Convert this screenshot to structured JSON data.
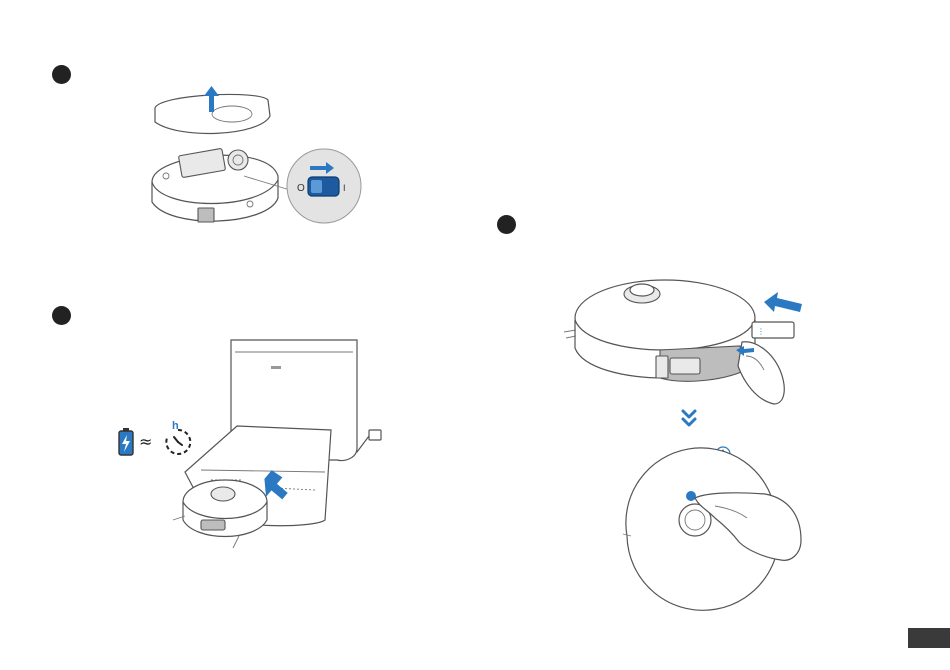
{
  "page": {
    "accent_color": "#2b79c2",
    "marker_color": "#222222",
    "tab_color": "#3a3a3a"
  },
  "step_power_switch": {
    "illustration": "robot-underside-power-switch",
    "switch_off_glyph": "O",
    "switch_on_glyph": "I",
    "icons": [
      "up-arrow-icon",
      "right-arrow-icon",
      "power-switch-icon"
    ]
  },
  "step_docking": {
    "illustration": "robot-on-base-station",
    "charge_equation_symbol": "≈",
    "hour_label": "h",
    "icons": [
      "battery-charging-icon",
      "hour-clock-icon",
      "power-plug-icon",
      "insert-arrow-icon"
    ]
  },
  "step_water_tank": {
    "illustration": "insert-water-tank",
    "icons": [
      "left-arrow-icon",
      "double-chevron-down-icon",
      "menu-button-icon",
      "finger-press-icon"
    ]
  }
}
